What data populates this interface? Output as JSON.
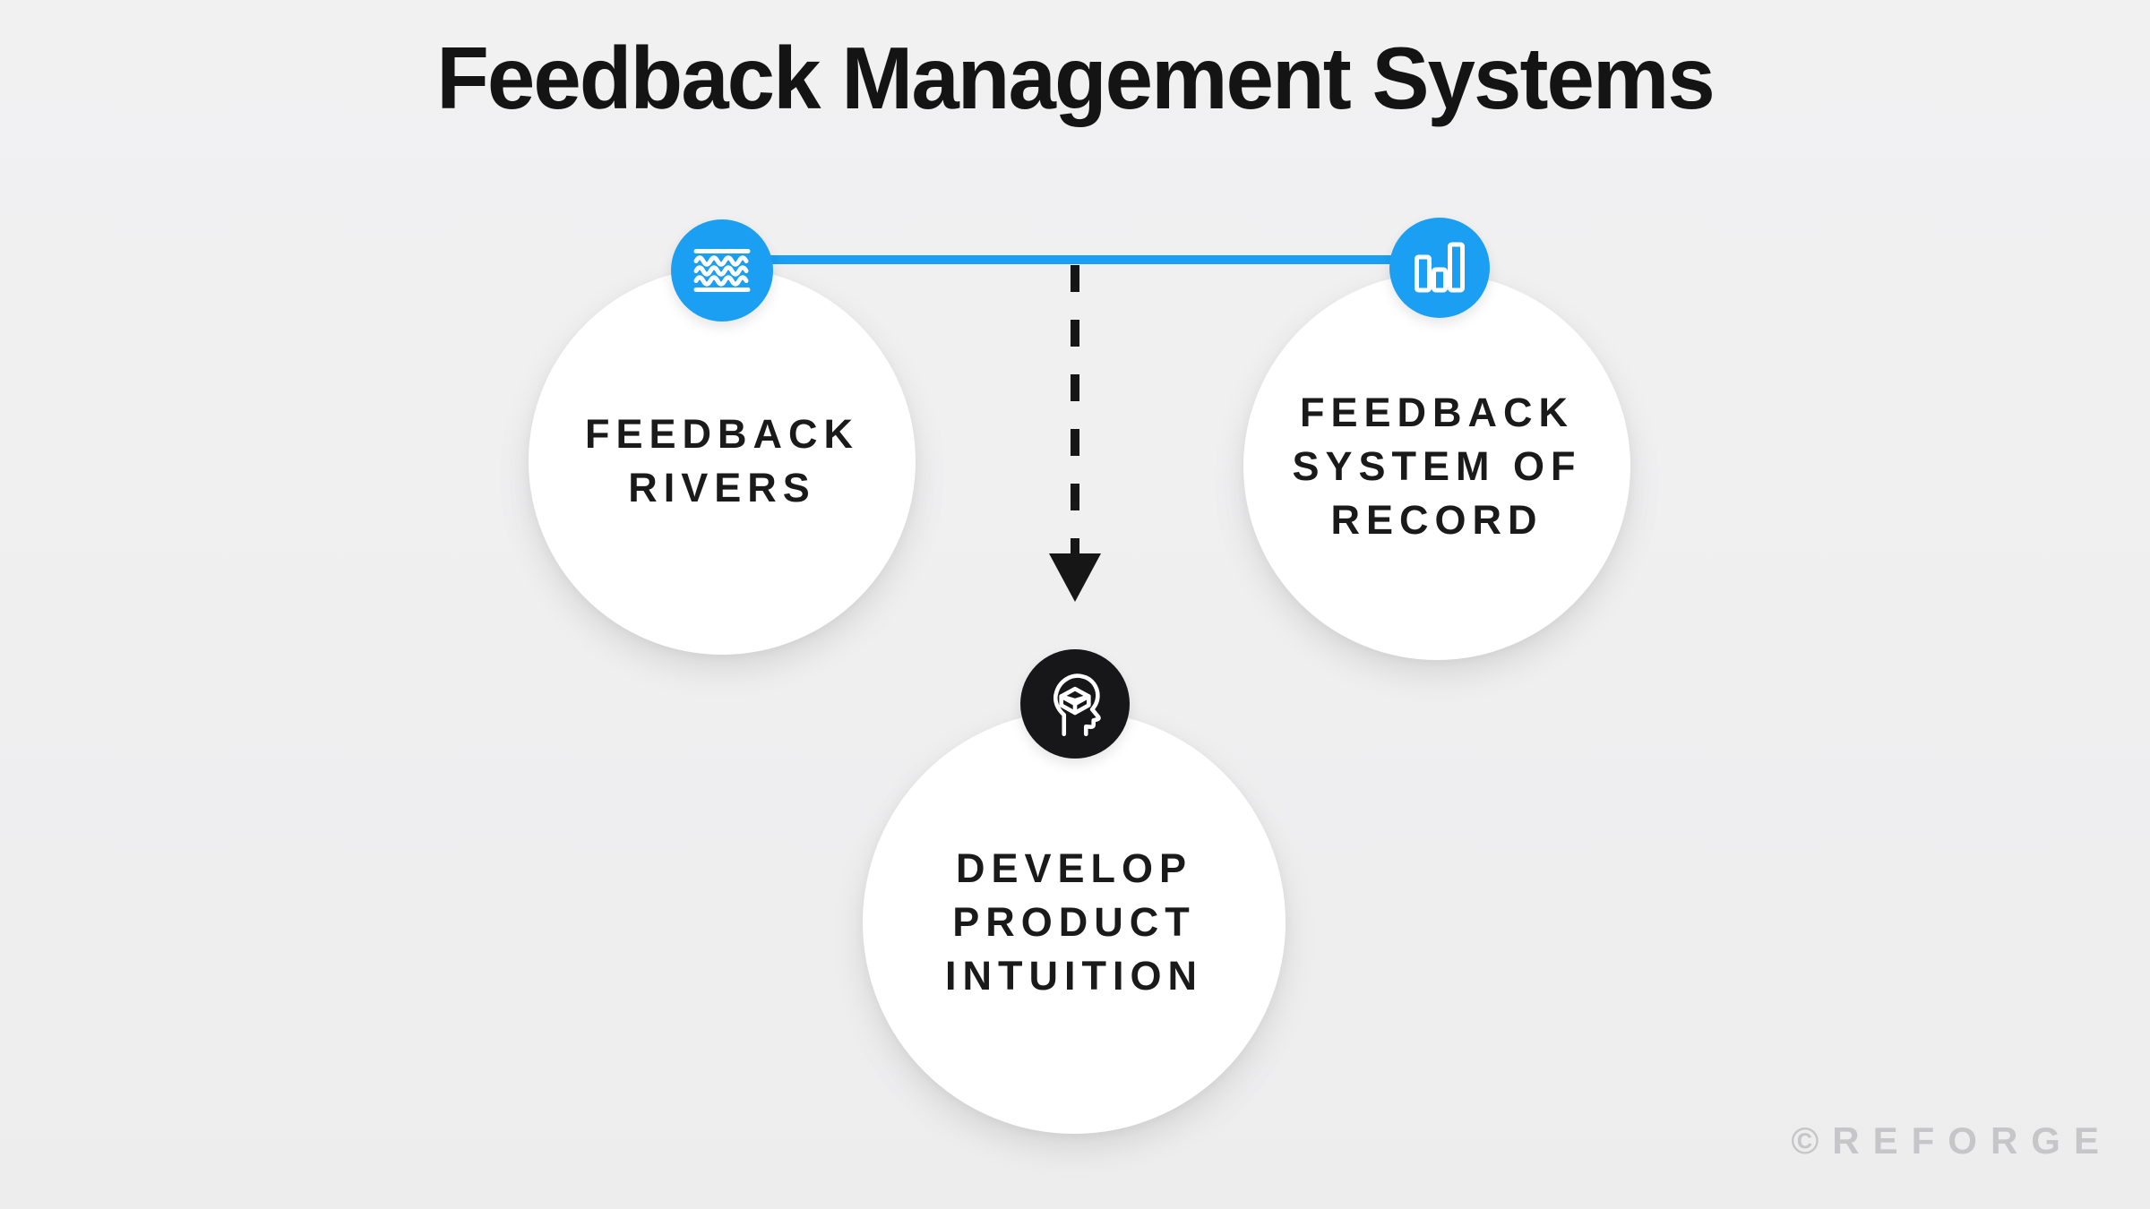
{
  "title": "Feedback Management Systems",
  "watermark": "©REFORGE",
  "colors": {
    "background": "#EFEFF0",
    "accent_blue": "#1A9FF2",
    "node_fill": "#FFFFFF",
    "icon_dark": "#17171A",
    "text": "#1A1A1A",
    "title_text": "#141414",
    "watermark_gray": "#C6C6C8"
  },
  "diagram": {
    "nodes": [
      {
        "id": "feedback-rivers",
        "icon": "waves-icon",
        "icon_color": "#1A9FF2",
        "lines": [
          "FEEDBACK",
          "RIVERS"
        ]
      },
      {
        "id": "feedback-system-of-record",
        "icon": "bar-chart-icon",
        "icon_color": "#1A9FF2",
        "lines": [
          "FEEDBACK",
          "SYSTEM OF",
          "RECORD"
        ]
      },
      {
        "id": "develop-product-intuition",
        "icon": "head-package-icon",
        "icon_color": "#17171A",
        "lines": [
          "DEVELOP",
          "PRODUCT",
          "INTUITION"
        ]
      }
    ],
    "connections": [
      {
        "from": "feedback-rivers",
        "to": "feedback-system-of-record",
        "style": "solid-blue-line"
      },
      {
        "from": "connector-midpoint",
        "to": "develop-product-intuition",
        "style": "dashed-black-arrow"
      }
    ]
  }
}
